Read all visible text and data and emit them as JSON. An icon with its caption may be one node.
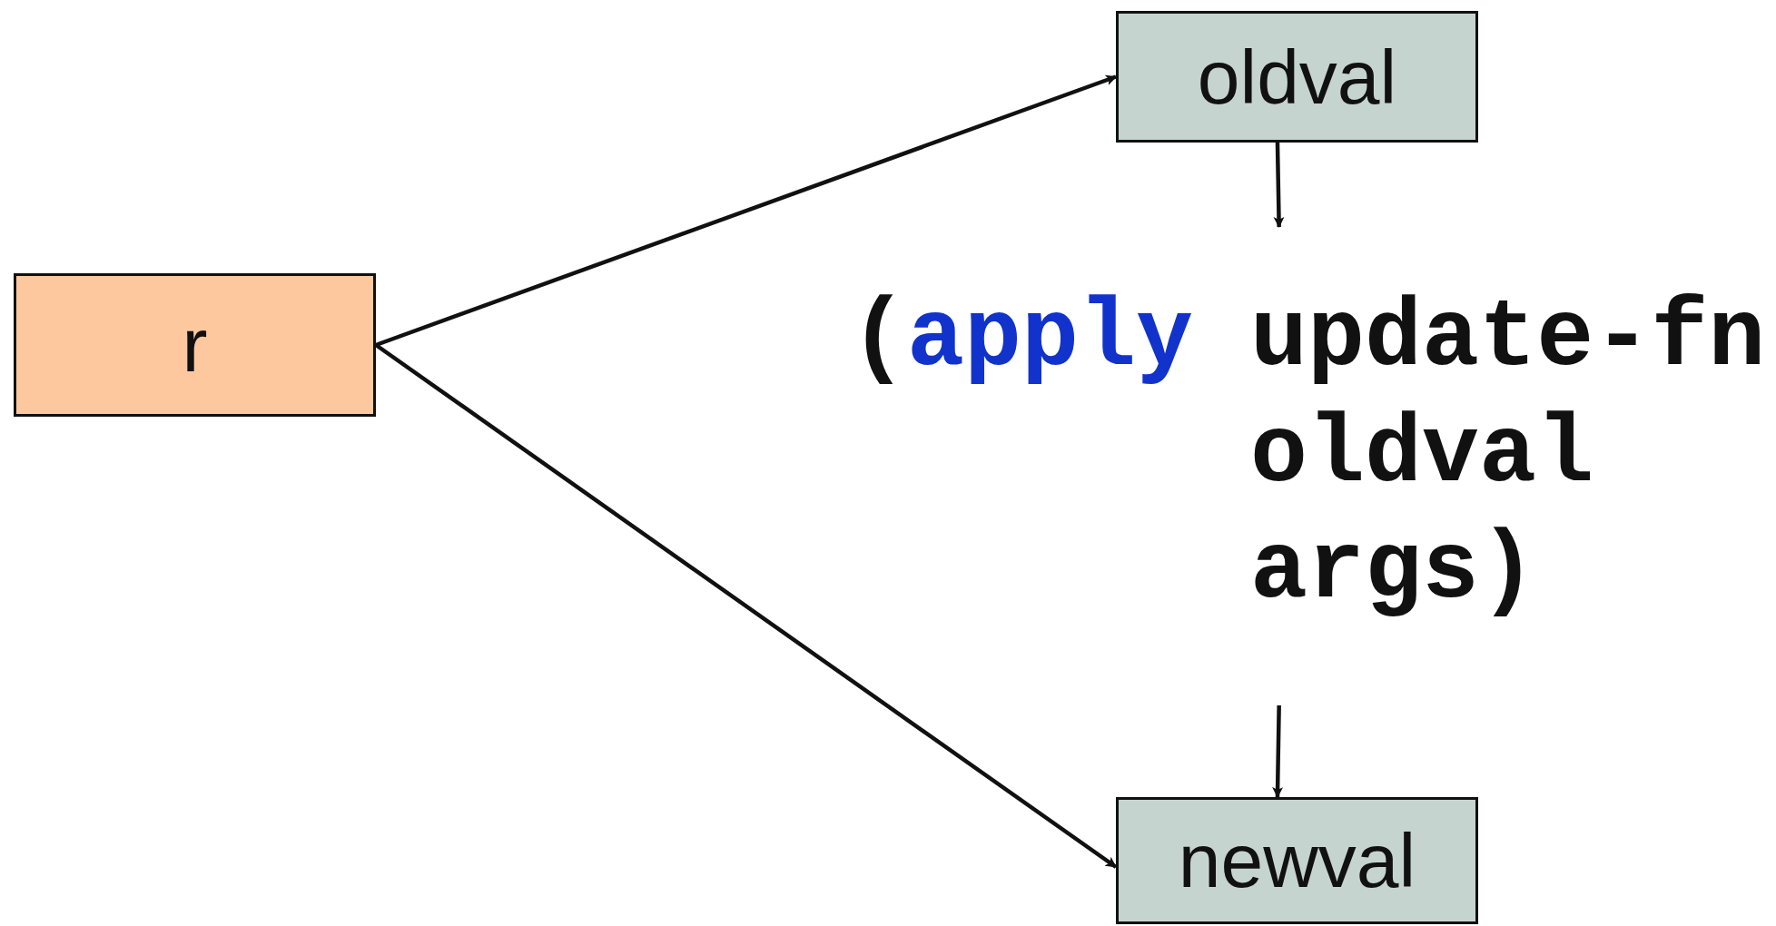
{
  "diagram": {
    "nodes": [
      {
        "text": [
          "r"
        ]
      },
      {
        "text": [
          "oldval"
        ]
      },
      {
        "text": [
          "(",
          "apply",
          "update-fn oldval args)"
        ]
      },
      {
        "text": [
          "newval"
        ]
      }
    ],
    "edges": [
      {
        "from": 0,
        "to": 1,
        "arrow": "to"
      },
      {
        "from": 0,
        "to": 3,
        "arrow": "to"
      },
      {
        "from": 1,
        "to": 2,
        "arrow": "to"
      },
      {
        "from": 2,
        "to": 3,
        "arrow": "to"
      }
    ]
  }
}
